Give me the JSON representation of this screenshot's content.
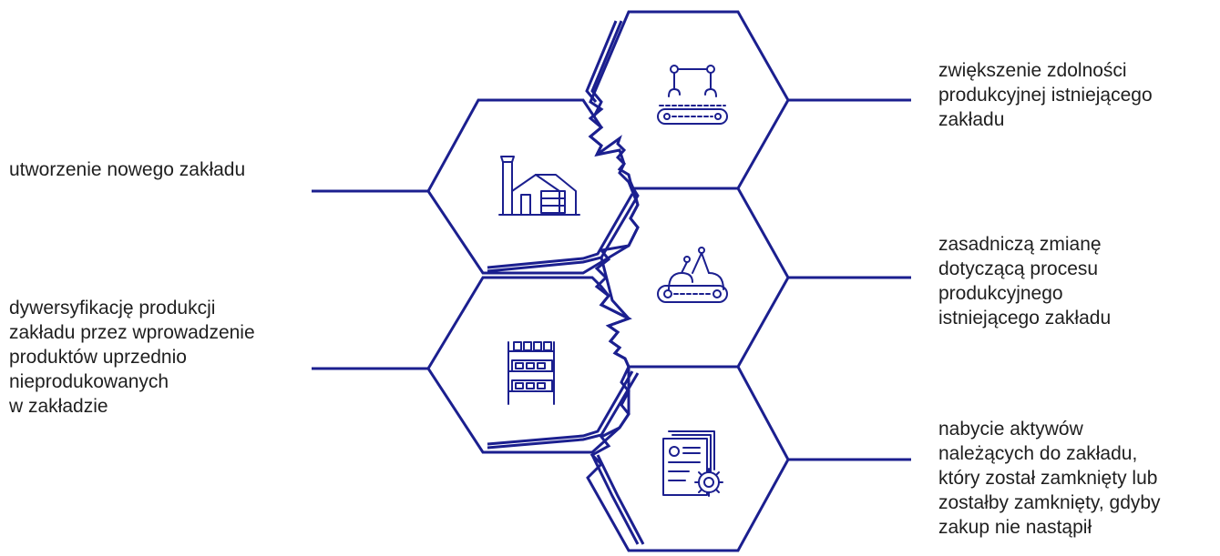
{
  "colors": {
    "line": "#1b1f8f",
    "text": "#1f1f1f",
    "background": "#ffffff"
  },
  "items": [
    {
      "id": "new-plant",
      "side": "left",
      "icon": "factory-icon",
      "lines": [
        "utworzenie nowego zakładu"
      ]
    },
    {
      "id": "diversification",
      "side": "left",
      "icon": "warehouse-shelves-icon",
      "lines": [
        "dywersyfikację produkcji",
        "zakładu przez wprowadzenie",
        "produktów uprzednio",
        "nieprodukowanych",
        "w zakładzie"
      ]
    },
    {
      "id": "capacity-increase",
      "side": "right",
      "icon": "robotic-conveyor-icon",
      "lines": [
        "zwiększenie zdolności",
        "produkcyjnej istniejącego",
        "zakładu"
      ]
    },
    {
      "id": "process-change",
      "side": "right",
      "icon": "robot-arms-conveyor-icon",
      "lines": [
        "zasadniczą zmianę",
        "dotyczącą procesu",
        "produkcyjnego",
        "istniejącego zakładu"
      ]
    },
    {
      "id": "asset-acquisition",
      "side": "right",
      "icon": "documents-gear-icon",
      "lines": [
        "nabycie aktywów",
        "należących do zakładu,",
        "który został zamknięty lub",
        "zostałby zamknięty, gdyby",
        "zakup nie nastąpił"
      ]
    }
  ]
}
